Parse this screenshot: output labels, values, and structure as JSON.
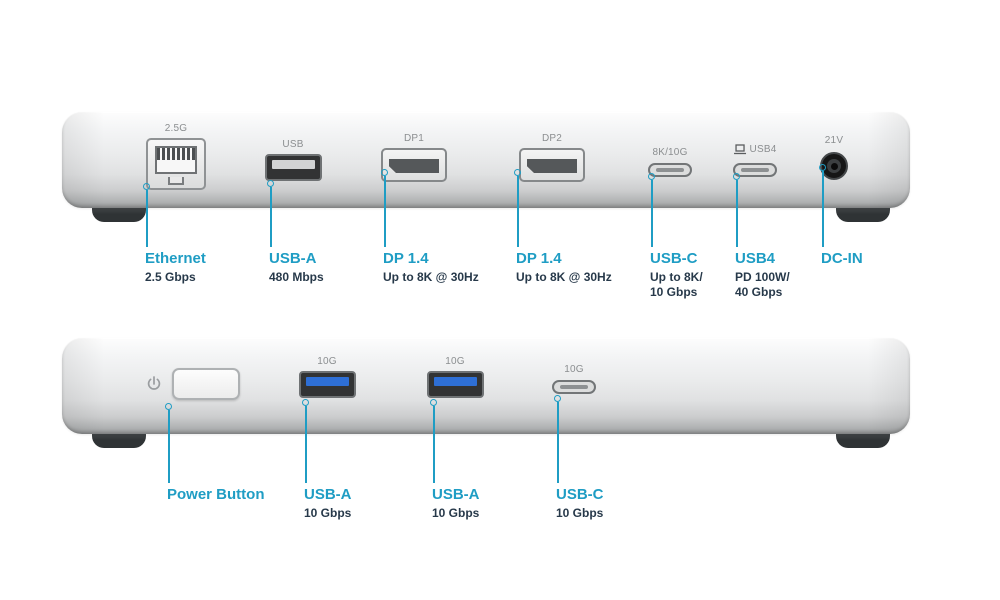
{
  "colors": {
    "accent": "#1f9dc4",
    "subtext": "#27394a",
    "port_caption": "#8b8e90"
  },
  "icons": {
    "power": "power-icon",
    "laptop": "laptop-icon"
  },
  "back_view": {
    "ports": [
      {
        "port_label": "2.5G",
        "callout_title": "Ethernet",
        "callout_lines": [
          "2.5 Gbps"
        ]
      },
      {
        "port_label": "USB",
        "callout_title": "USB-A",
        "callout_lines": [
          "480 Mbps"
        ]
      },
      {
        "port_label": "DP1",
        "callout_title": "DP 1.4",
        "callout_lines": [
          "Up to 8K @ 30Hz"
        ]
      },
      {
        "port_label": "DP2",
        "callout_title": "DP 1.4",
        "callout_lines": [
          "Up to 8K @ 30Hz"
        ]
      },
      {
        "port_label": "8K/10G",
        "callout_title": "USB-C",
        "callout_lines": [
          "Up to 8K/",
          "10 Gbps"
        ]
      },
      {
        "port_label": "USB4",
        "callout_title": "USB4",
        "callout_lines": [
          "PD 100W/",
          "40 Gbps"
        ]
      },
      {
        "port_label": "21V",
        "callout_title": "DC-IN",
        "callout_lines": []
      }
    ]
  },
  "front_view": {
    "ports": [
      {
        "port_label": "",
        "callout_title": "Power Button",
        "callout_lines": []
      },
      {
        "port_label": "10G",
        "callout_title": "USB-A",
        "callout_lines": [
          "10 Gbps"
        ]
      },
      {
        "port_label": "10G",
        "callout_title": "USB-A",
        "callout_lines": [
          "10 Gbps"
        ]
      },
      {
        "port_label": "10G",
        "callout_title": "USB-C",
        "callout_lines": [
          "10 Gbps"
        ]
      }
    ]
  }
}
